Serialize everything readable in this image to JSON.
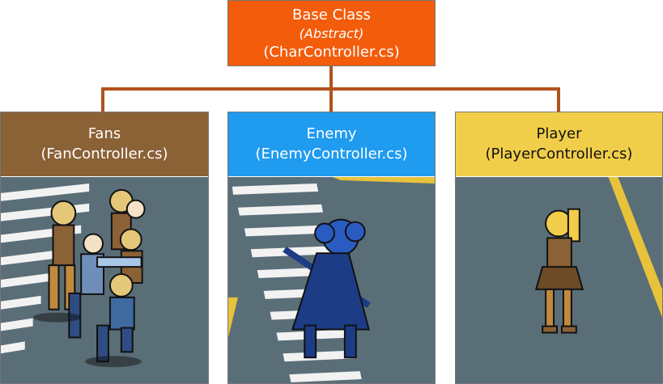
{
  "base": {
    "line1": "Base Class",
    "line2": "(Abstract)",
    "line3": "(CharController.cs)",
    "color": "#f35c0a"
  },
  "children": [
    {
      "title": "Fans",
      "file": "(FanController.cs)",
      "color": "#8b6136"
    },
    {
      "title": "Enemy",
      "file": "(EnemyController.cs)",
      "color": "#1f9bf0"
    },
    {
      "title": "Player",
      "file": "(PlayerController.cs)",
      "color": "#f1ce4a"
    }
  ],
  "connector_color": "#b1521b",
  "road_color": "#5a6e78",
  "icons": [
    "fans-group-illustration",
    "enemy-character-illustration",
    "player-character-illustration"
  ]
}
